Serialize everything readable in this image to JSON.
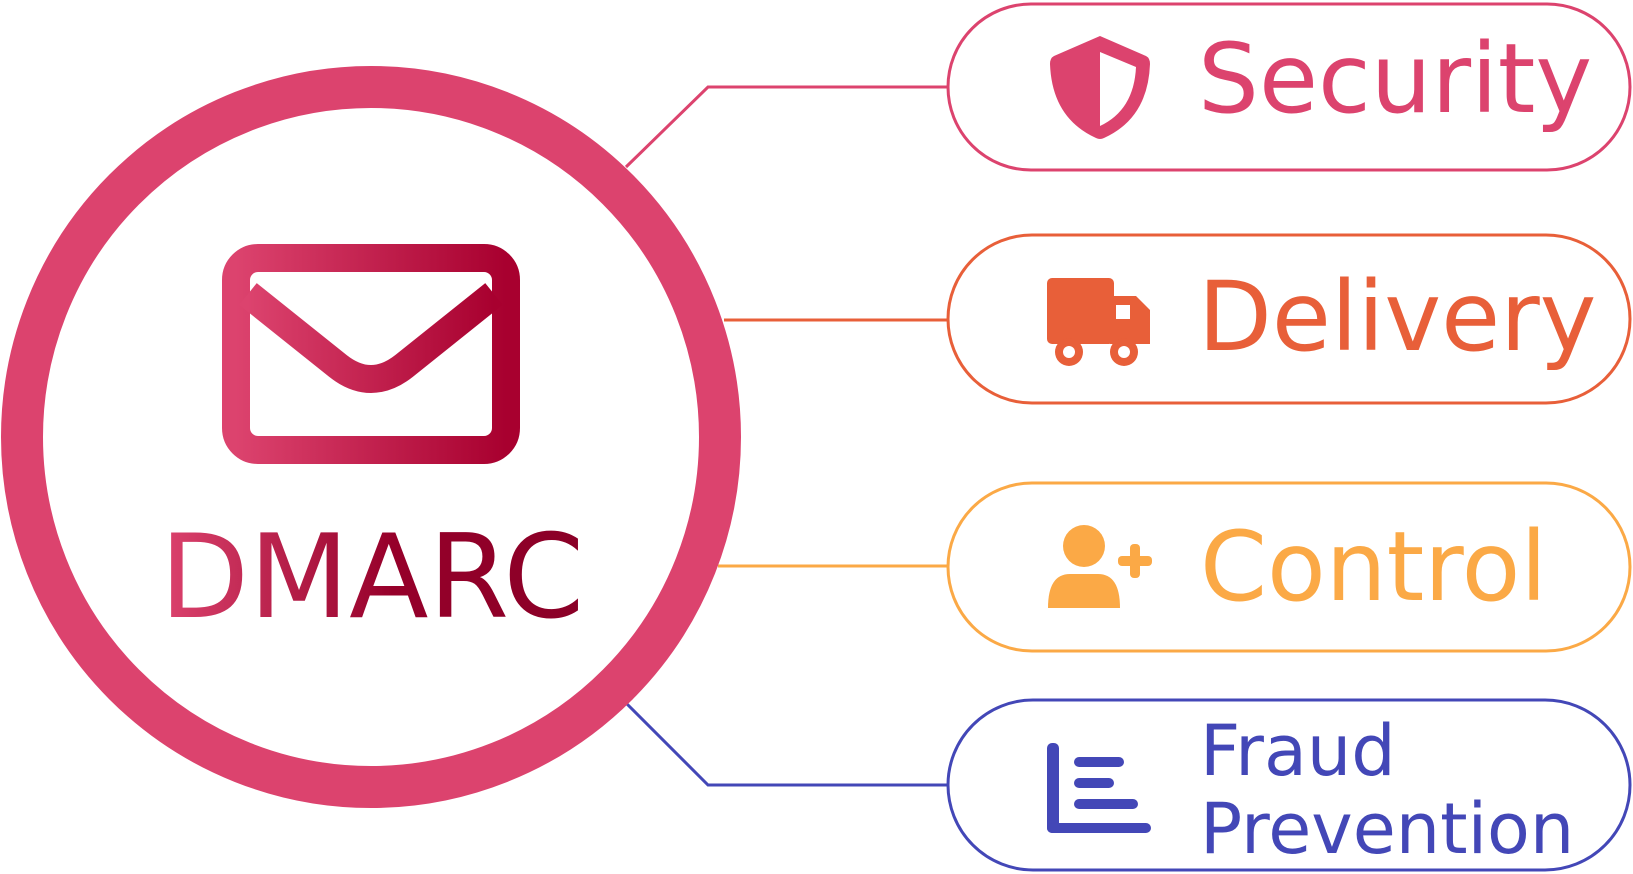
{
  "center": {
    "label": "DMARC",
    "icon": "envelope-icon",
    "ring_color": "#dc436e",
    "gradient_start": "#dc436e",
    "gradient_end": "#a8002f"
  },
  "items": [
    {
      "label": "Security",
      "icon": "shield-icon",
      "color": "#dc436e"
    },
    {
      "label": "Delivery",
      "icon": "truck-icon",
      "color": "#e85f39"
    },
    {
      "label": "Control",
      "icon": "add-user-icon",
      "color": "#fba946"
    },
    {
      "label_lines": [
        "Fraud",
        "Prevention"
      ],
      "icon": "list-icon",
      "color": "#4347b7"
    }
  ]
}
